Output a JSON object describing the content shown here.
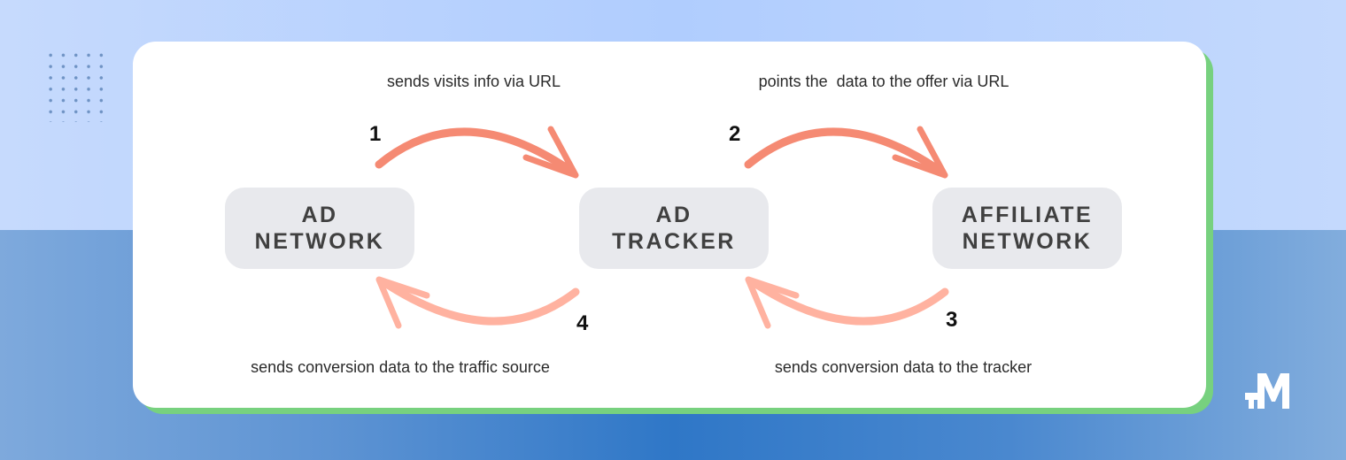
{
  "nodes": [
    {
      "line1": "AD",
      "line2": "NETWORK"
    },
    {
      "line1": "AD",
      "line2": "TRACKER"
    },
    {
      "line1": "AFFILIATE",
      "line2": "NETWORK"
    }
  ],
  "steps": [
    {
      "number": "1",
      "label": "sends visits info via URL"
    },
    {
      "number": "2",
      "label": "points the  data to the offer via URL"
    },
    {
      "number": "3",
      "label": "sends conversion data to the tracker"
    },
    {
      "number": "4",
      "label": "sends conversion data to the traffic source"
    }
  ],
  "colors": {
    "forward_arrow": "#f58a73",
    "return_arrow": "#ffb2a0",
    "card_shadow": "#77d17f"
  },
  "logo": "M"
}
